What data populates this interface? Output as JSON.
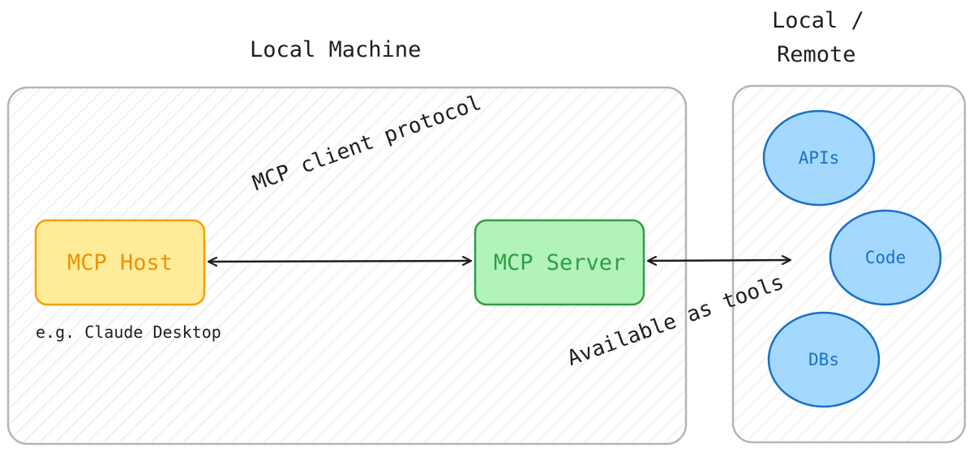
{
  "regions": {
    "local_machine": {
      "title": "Local Machine"
    },
    "local_remote": {
      "title_line1": "Local /",
      "title_line2": "Remote"
    }
  },
  "nodes": {
    "host": {
      "label": "MCP Host",
      "caption": "e.g. Claude Desktop"
    },
    "server": {
      "label": "MCP Server"
    },
    "resources": [
      {
        "label": "APIs"
      },
      {
        "label": "Code"
      },
      {
        "label": "DBs"
      }
    ]
  },
  "edges": {
    "host_server": {
      "label": "MCP client protocol"
    },
    "server_resources": {
      "label": "Available as tools"
    }
  },
  "colors": {
    "region_stroke": "#b5b5b5",
    "hatch": "#dddddd",
    "host_fill": "#ffec99",
    "host_stroke": "#f59f00",
    "host_text": "#e8930c",
    "server_fill": "#b2f2bb",
    "server_stroke": "#2f9e44",
    "server_text": "#2f9e44",
    "resource_fill": "#a5d8ff",
    "resource_stroke": "#1971c2",
    "resource_text": "#1971c2",
    "arrow": "#1e1e1e"
  }
}
